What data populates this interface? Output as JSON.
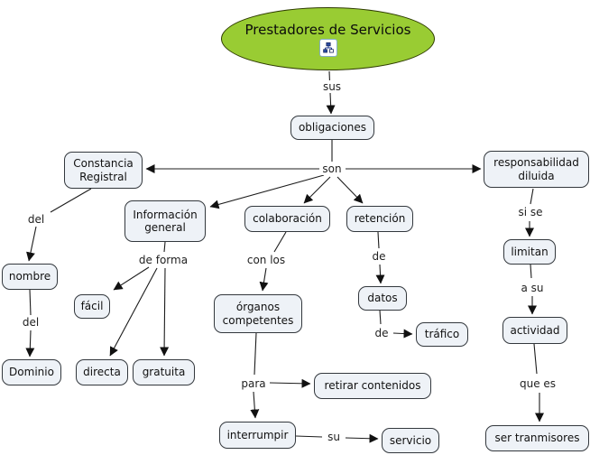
{
  "colors": {
    "ellipse_fill": "#99cc33",
    "ellipse_border": "#2d3a00",
    "node_fill": "#eef2f7",
    "node_border": "#33383d",
    "line": "#1c1c1c",
    "background": "#ffffff"
  },
  "nodes": {
    "prestadores": {
      "label": "Prestadores de Servicios",
      "icon": "sitemap-icon"
    },
    "obligaciones": {
      "label": "obligaciones"
    },
    "constancia": {
      "label": "Constancia Registral"
    },
    "responsabilidad": {
      "label": "responsabilidad diluida"
    },
    "informacion": {
      "label": "Información general"
    },
    "colaboracion": {
      "label": "colaboración"
    },
    "retencion": {
      "label": "retención"
    },
    "nombre": {
      "label": "nombre"
    },
    "dominio": {
      "label": "Dominio"
    },
    "facil": {
      "label": "fácil"
    },
    "directa": {
      "label": "directa"
    },
    "gratuita": {
      "label": "gratuita"
    },
    "organos": {
      "label": "órganos competentes"
    },
    "datos": {
      "label": "datos"
    },
    "trafico": {
      "label": "tráfico"
    },
    "retirar": {
      "label": "retirar contenidos"
    },
    "interrumpir": {
      "label": "interrumpir"
    },
    "servicio": {
      "label": "servicio"
    },
    "limitan": {
      "label": "limitan"
    },
    "actividad": {
      "label": "actividad"
    },
    "ser_tranmisores": {
      "label": "ser tranmisores"
    }
  },
  "links": {
    "sus": "sus",
    "son": "son",
    "del1": "del",
    "del2": "del",
    "de_forma": "de forma",
    "con_los": "con los",
    "de1": "de",
    "de2": "de",
    "para": "para",
    "su": "su",
    "si_se": "si se",
    "a_su": "a su",
    "que_es": "que es"
  }
}
